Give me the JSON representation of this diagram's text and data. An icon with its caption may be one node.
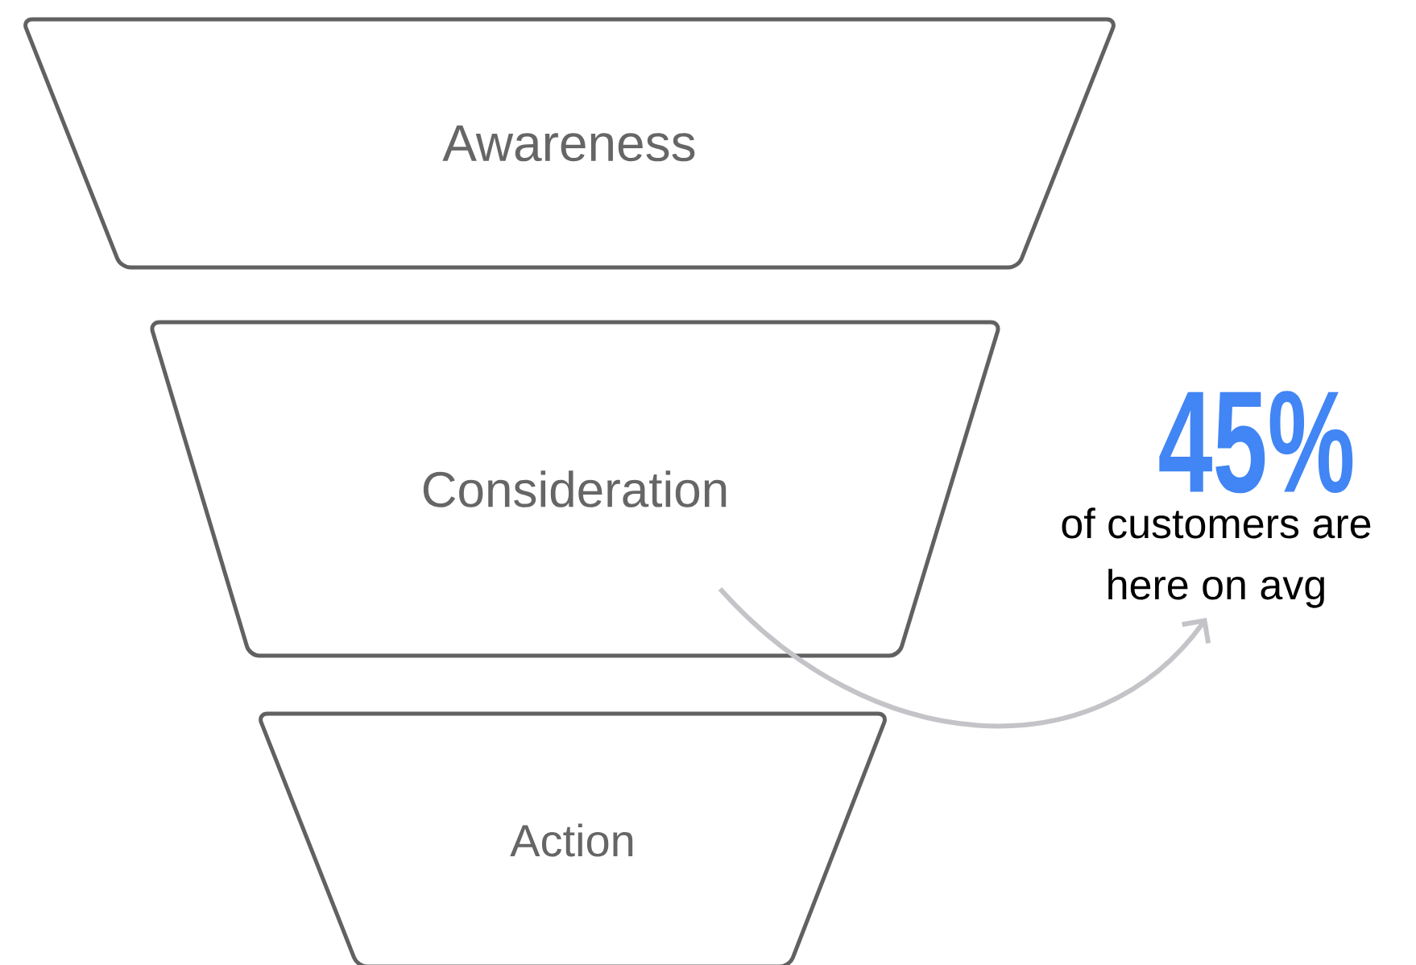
{
  "diagram": {
    "nodes": [
      {
        "text": [
          "Awareness"
        ]
      },
      {
        "text": [
          "Consideration"
        ]
      },
      {
        "text": [
          "Action"
        ]
      },
      {
        "text": [
          "45%",
          "of customers are here on avg"
        ]
      }
    ],
    "edges": [
      {
        "from": 1,
        "to": 3,
        "arrow": "to"
      }
    ]
  }
}
